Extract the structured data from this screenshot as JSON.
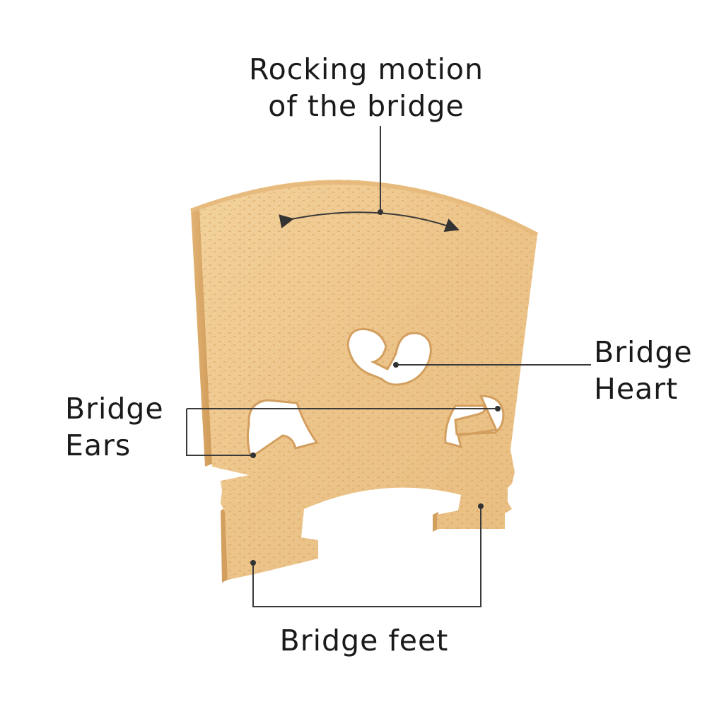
{
  "labels": {
    "rocking": {
      "line1": "Rocking motion",
      "line2": "of the bridge"
    },
    "heart": {
      "line1": "Bridge",
      "line2": "Heart"
    },
    "ears": {
      "line1": "Bridge",
      "line2": "Ears"
    },
    "feet": {
      "line1": "Bridge feet"
    }
  },
  "colors": {
    "wood_base": "#ecc48b",
    "wood_light": "#f4d5a2",
    "wood_side": "#d7a566",
    "wood_grain": "#d8a866",
    "leader_line": "#3a3a3a"
  }
}
